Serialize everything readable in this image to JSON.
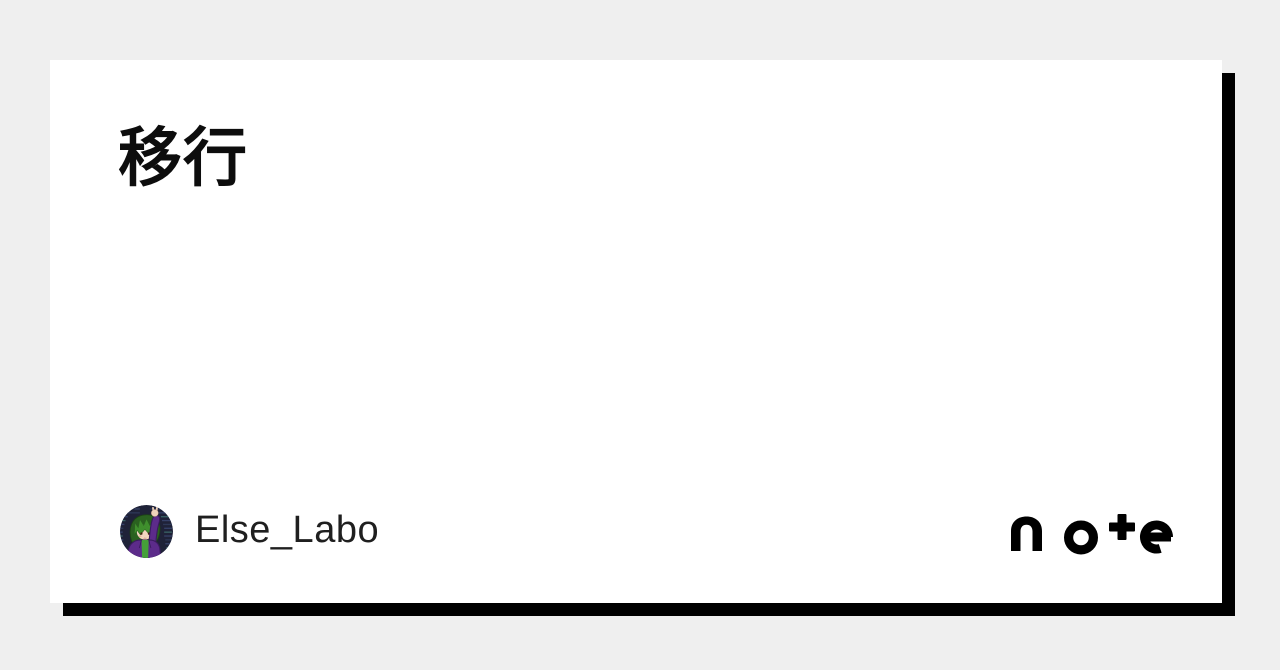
{
  "page": {
    "background_color": "#efefef"
  },
  "card": {
    "title": "移行",
    "background_color": "#ffffff",
    "shadow_color": "#000000"
  },
  "footer": {
    "author": {
      "name": "Else_Labo"
    },
    "brand": {
      "name": "note",
      "logo_color": "#000000"
    }
  },
  "icons": {
    "avatar": "author-avatar-illustration",
    "note_logo": "note-wordmark-logo"
  }
}
